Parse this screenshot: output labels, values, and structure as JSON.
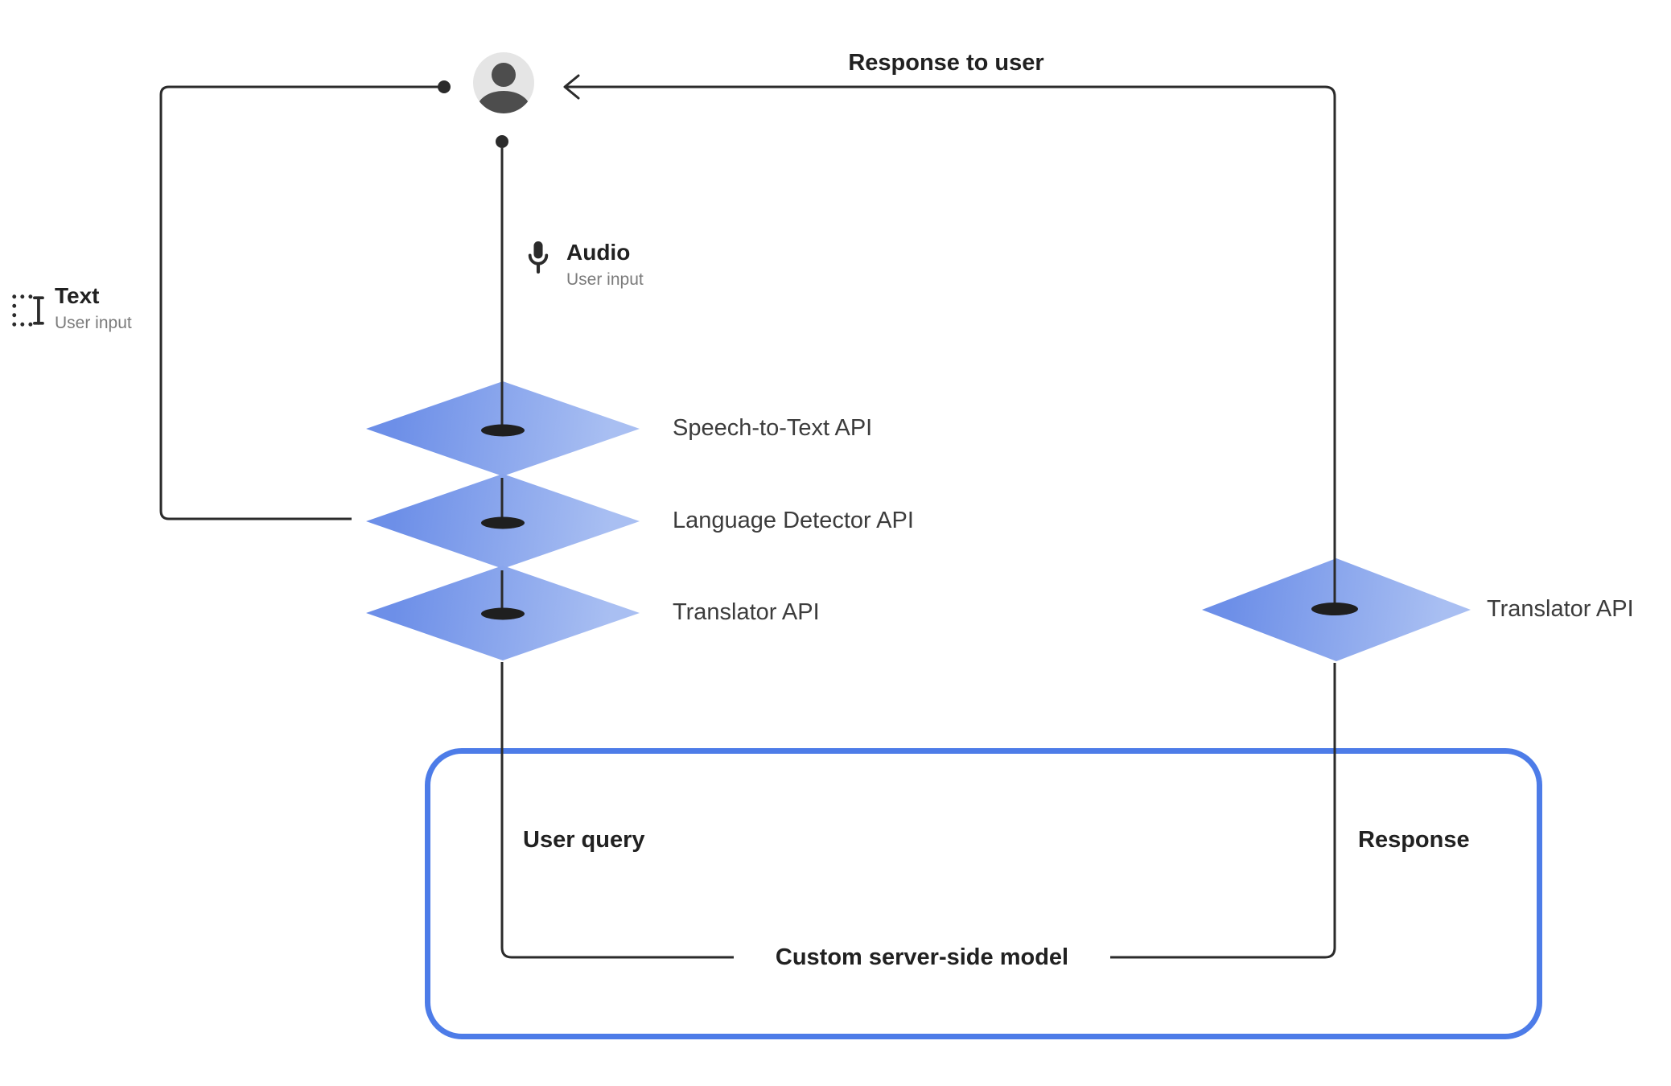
{
  "diagram": {
    "response_to_user": "Response to user",
    "text_input": {
      "title": "Text",
      "subtitle": "User input"
    },
    "audio_input": {
      "title": "Audio",
      "subtitle": "User input"
    },
    "api_stack": [
      {
        "label": "Speech-to-Text API"
      },
      {
        "label": "Language Detector API"
      },
      {
        "label": "Translator API"
      }
    ],
    "right_api": {
      "label": "Translator API"
    },
    "server_box": {
      "user_query": "User query",
      "response": "Response",
      "title": "Custom server-side model"
    },
    "colors": {
      "line": "#2b2b2b",
      "diamond_dark": "#6d8fe8",
      "diamond_light": "#a9bff2",
      "box_border": "#4d7ce8",
      "subtitle_gray": "#7b7b7b",
      "avatar_bg": "#e5e5e5",
      "avatar_fg": "#4d4d4d"
    }
  }
}
